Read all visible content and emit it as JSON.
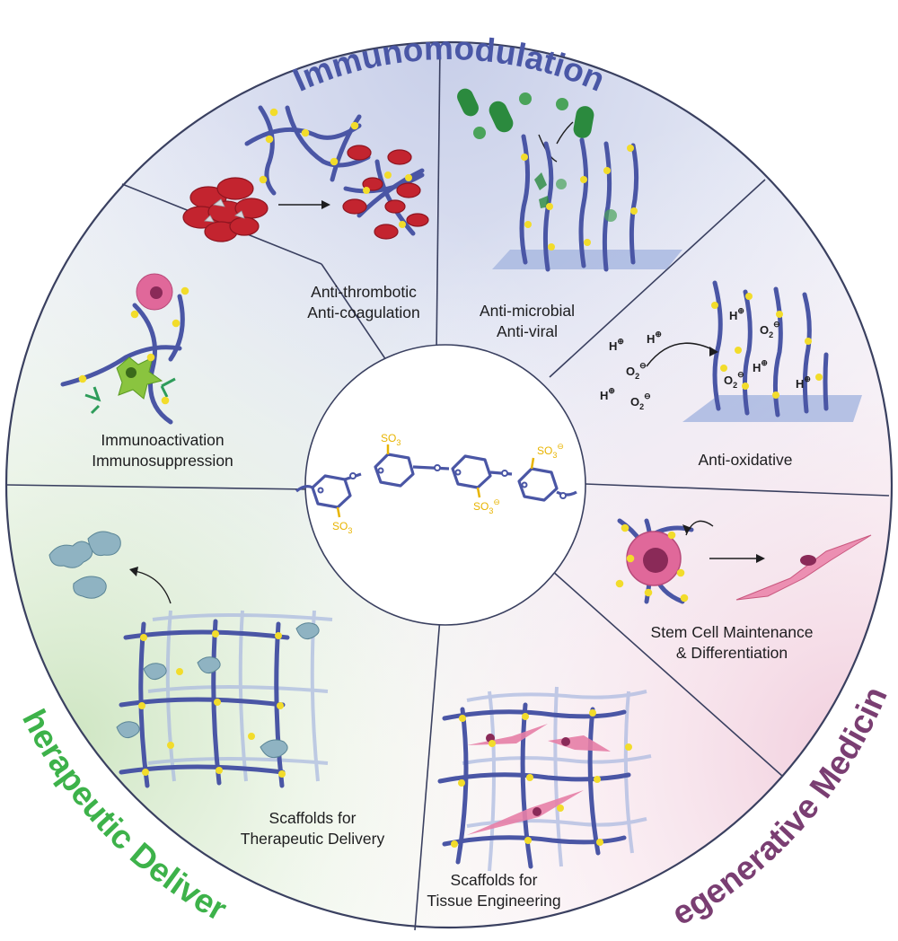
{
  "titles": {
    "top": "Immunomodulation",
    "left": "Therapeutic Delivery",
    "right": "Regenerative Medicine"
  },
  "colors": {
    "top_title": "#4a57a6",
    "left_title": "#3db24a",
    "right_title": "#7a3e72",
    "polymer": "#4a56a5",
    "sulfate": "#f2dc2b",
    "cell_pink": "#e0689a",
    "bacteria": "#2b8a3e"
  },
  "sections": [
    {
      "id": "anti-thrombotic",
      "lines": [
        "Anti-thrombotic",
        "Anti-coagulation"
      ]
    },
    {
      "id": "anti-microbial",
      "lines": [
        "Anti-microbial",
        "Anti-viral"
      ]
    },
    {
      "id": "anti-oxidative",
      "lines": [
        "Anti-oxidative"
      ]
    },
    {
      "id": "stem-cell",
      "lines": [
        "Stem Cell Maintenance",
        "& Differentiation"
      ]
    },
    {
      "id": "tissue-engineering",
      "lines": [
        "Scaffolds for",
        "Tissue Engineering"
      ]
    },
    {
      "id": "therapeutic-delivery",
      "lines": [
        "Scaffolds for",
        "Therapeutic Delivery"
      ]
    },
    {
      "id": "immunoactivation",
      "lines": [
        "Immunoactivation",
        "Immunosuppression"
      ]
    }
  ],
  "chemistry": {
    "group": "SO",
    "subscript": "3",
    "charge": "⊖"
  },
  "ions": {
    "proton": "H",
    "proton_charge": "⊕",
    "superoxide": "O",
    "superoxide_sub": "2",
    "superoxide_charge": "⊖"
  }
}
